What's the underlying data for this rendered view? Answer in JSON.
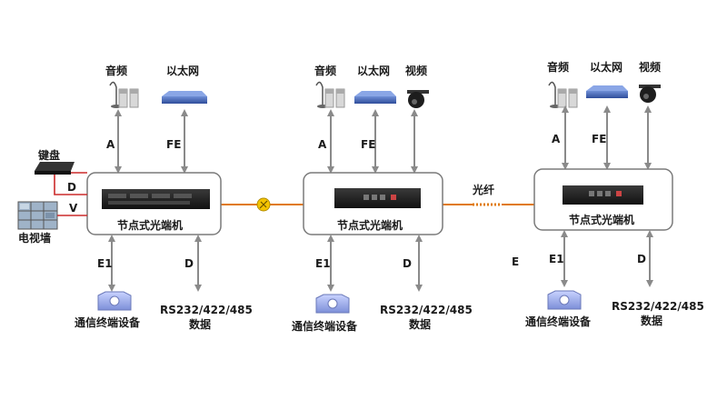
{
  "node_label": "节点式光端机",
  "nodes": [
    {
      "audio": "音频",
      "ethernet": "以太网",
      "link_a": "A",
      "link_fe": "FE",
      "link_e1": "E1",
      "link_d": "D",
      "comm_device": "通信终端设备",
      "serial_line1": "RS232/422/485",
      "serial_line2": "数据",
      "keyboard": "键盘",
      "tv_wall": "电视墙",
      "side_d": "D",
      "side_v": "V"
    },
    {
      "audio": "音频",
      "ethernet": "以太网",
      "video": "视频",
      "link_a": "A",
      "link_fe": "FE",
      "link_e1": "E1",
      "link_d": "D",
      "comm_device": "通信终端设备",
      "serial_line1": "RS232/422/485",
      "serial_line2": "数据",
      "fiber": "光纤"
    },
    {
      "audio": "音频",
      "ethernet": "以太网",
      "video": "视频",
      "link_a": "A",
      "link_fe": "FE",
      "link_e1": "E1",
      "link_d": "D",
      "comm_device": "通信终端设备",
      "serial_line1": "RS232/422/485",
      "serial_line2": "数据",
      "stray_e": "E"
    }
  ],
  "colors": {
    "fiber": "#e07a10",
    "side_link": "#cc2a2a",
    "arrow": "#8a8a8a",
    "box_border": "#7a7a7a"
  }
}
